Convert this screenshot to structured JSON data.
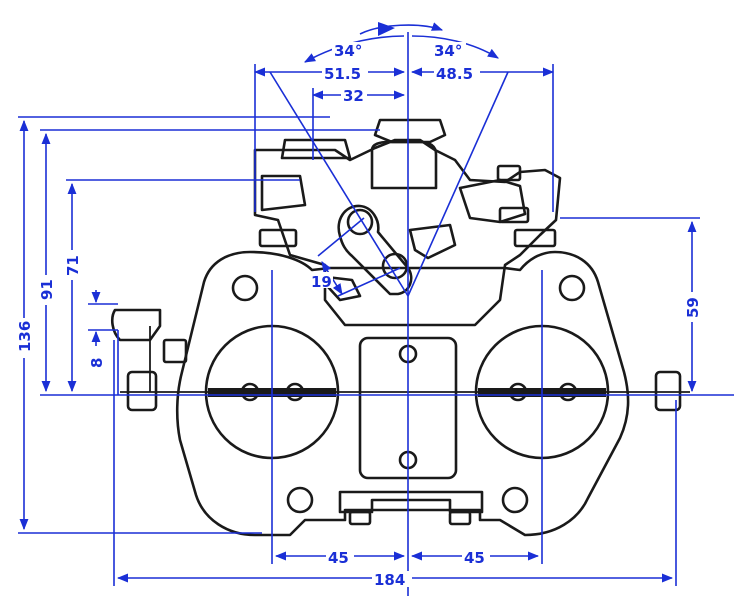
{
  "dimensions": {
    "angle_left": "34°",
    "angle_right": "34°",
    "d_51_5": "51.5",
    "d_48_5": "48.5",
    "d_32": "32",
    "d_19": "19",
    "d_136": "136",
    "d_91": "91",
    "d_71": "71",
    "d_8": "8",
    "d_59": "59",
    "d_45_left": "45",
    "d_45_right": "45",
    "d_184": "184"
  },
  "colors": {
    "ink": "#1a1a1a",
    "dimension": "#1a2fd6",
    "background": "#ffffff"
  }
}
